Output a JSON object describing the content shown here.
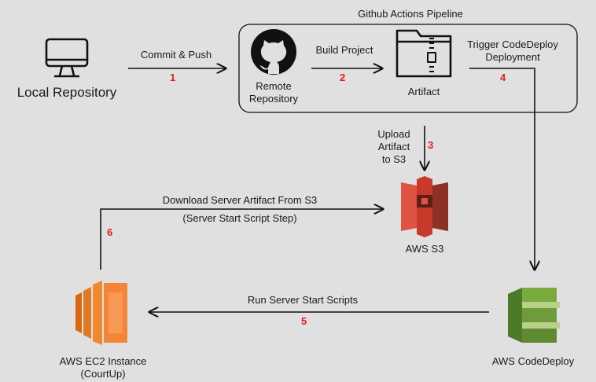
{
  "pipeline": {
    "title": "Github Actions Pipeline"
  },
  "nodes": {
    "local_repo": "Local Repository",
    "remote_repo": "Remote\nRepository",
    "artifact": "Artifact",
    "s3": "AWS S3",
    "codedeploy": "AWS CodeDeploy",
    "ec2": "AWS EC2 Instance\n(CourtUp)"
  },
  "edges": [
    {
      "label": "Commit & Push",
      "step": "1"
    },
    {
      "label": "Build Project",
      "step": "2"
    },
    {
      "label": "Upload\nArtifact\nto S3",
      "step": "3"
    },
    {
      "label": "Trigger CodeDeploy\nDeployment",
      "step": "4"
    },
    {
      "label": "Run Server Start Scripts",
      "step": "5"
    },
    {
      "label": "Download Server Artifact From S3",
      "sublabel": "(Server Start Script Step)",
      "step": "6"
    }
  ],
  "colors": {
    "step_number": "#e21b1b",
    "s3": "#c8392b",
    "ec2": "#ef8a2c",
    "codedeploy": "#6f9b3a",
    "line": "#111111"
  },
  "icons": {
    "local_repo": "monitor-icon",
    "remote_repo": "github-icon",
    "artifact": "zip-folder-icon",
    "s3": "aws-s3-icon",
    "codedeploy": "aws-codedeploy-icon",
    "ec2": "aws-ec2-icon"
  }
}
